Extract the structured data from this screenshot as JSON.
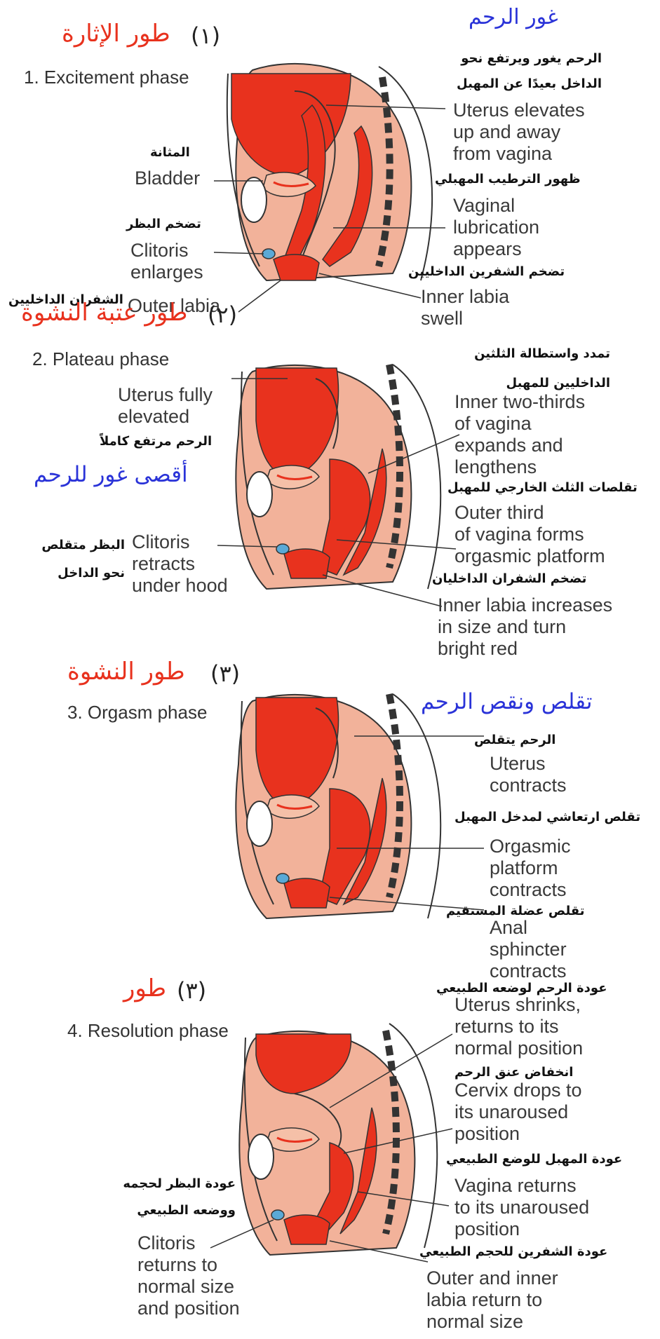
{
  "colors": {
    "uterus_red": "#e8321e",
    "skin_pink": "#f2b29a",
    "outline": "#333333",
    "clitoris_blue": "#5aa9d6",
    "title_red": "#e8321e",
    "title_blue": "#2a33d8"
  },
  "phases": [
    {
      "title_ar": "طور الإثارة",
      "title_num": "(١)",
      "phase_label": "1. Excitement phase",
      "side_title_ar": "غور الرحم",
      "labels": [
        {
          "ar": "الرحم يغور ويرتفع نحو\nالداخل بعيدًا عن المهبل",
          "en": "Uterus elevates\nup and away\nfrom vagina"
        },
        {
          "ar": "ظهور الترطيب المهبلي",
          "en": "Vaginal\nlubrication\nappears"
        },
        {
          "ar": "تضخم الشفرين الداخليين",
          "en": "Inner labia\nswell"
        },
        {
          "ar": "المثانة",
          "en": "Bladder"
        },
        {
          "ar": "تضخم البظر",
          "en": "Clitoris\nenlarges"
        },
        {
          "ar": "الشفران الداخليين",
          "en": "Outer labia"
        }
      ]
    },
    {
      "title_ar": "طور عتبة النشوة",
      "title_num": "(٢)",
      "phase_label": "2. Plateau phase",
      "side_title_ar": "أقصى غور للرحم",
      "labels": [
        {
          "ar": "الرحم مرتفع كاملاً",
          "en": "Uterus fully\nelevated"
        },
        {
          "ar": "البظر متقلص\nنحو الداخل",
          "en": "Clitoris\nretracts\nunder hood"
        },
        {
          "ar": "تمدد واستطالة الثلثين\nالداخليين للمهبل",
          "en": "Inner two-thirds\nof vagina\nexpands and\nlengthens"
        },
        {
          "ar": "تقلصات الثلث الخارجي للمهبل",
          "en": "Outer third\nof vagina forms\norgasmic platform"
        },
        {
          "ar": "تضخم الشفران الداخليان",
          "en": "Inner labia increases\nin size and turn\nbright red"
        }
      ]
    },
    {
      "title_ar": "طور النشوة",
      "title_num": "(٣)",
      "phase_label": "3. Orgasm phase",
      "side_title_ar": "تقلص ونقص الرحم",
      "labels": [
        {
          "ar": "الرحم يتقلص",
          "en": "Uterus\ncontracts"
        },
        {
          "ar": "تقلص ارتعاشي لمدخل المهبل",
          "en": "Orgasmic\nplatform\ncontracts"
        },
        {
          "ar": "تقلص عضلة المستقيم",
          "en": "Anal\nsphincter\ncontracts"
        }
      ]
    },
    {
      "title_ar": "طور",
      "title_num": "(٣)",
      "phase_label": "4. Resolution phase",
      "labels": [
        {
          "ar": "عودة الرحم لوضعه الطبيعي",
          "en": "Uterus shrinks,\nreturns to its\nnormal position"
        },
        {
          "ar": "انخفاض عنق الرحم",
          "en": "Cervix drops to\nits unaroused\nposition"
        },
        {
          "ar": "عودة المهبل للوضع الطبيعي",
          "en": "Vagina returns\nto its unaroused\nposition"
        },
        {
          "ar": "عودة البظر لحجمه\nووضعه الطبيعي",
          "en": "Clitoris\nreturns to\nnormal size\nand position"
        },
        {
          "ar": "عودة الشفرين للحجم الطبيعي",
          "en": "Outer and inner\nlabia return to\nnormal size"
        }
      ]
    }
  ]
}
